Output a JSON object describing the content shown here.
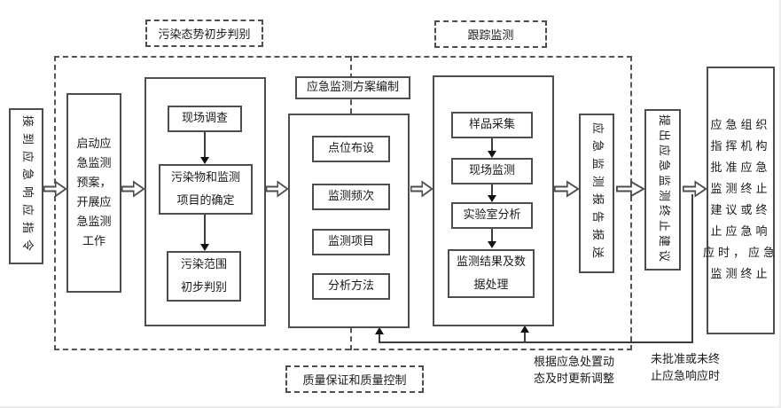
{
  "labels": {
    "pollution_judgment": "污染态势初步判别",
    "tracking": "跟踪监测",
    "plan": "应急监测方案编制",
    "quality": "质量保证和质量控制"
  },
  "nodes": {
    "receive_order": "接到应急响应指令",
    "start_plan": "启动应\n急监测\n预案，\n开展应\n急监测\n工作",
    "site_survey": "现场调查",
    "pollutant_items": "污染物和监测\n项目的确定",
    "pollution_scope": "污染范围\n初步判别",
    "point_layout": "点位布设",
    "monitor_frequency": "监测频次",
    "monitor_items": "监测项目",
    "analysis_methods": "分析方法",
    "sample_collection": "样品采集",
    "field_monitoring": "现场监测",
    "lab_analysis": "实验室分析",
    "data_processing": "监测结果及数\n据处理",
    "report_submission": "应急监测报告报送",
    "terminate_proposal": "提出应急监测终止建议",
    "terminate_final": "应急组织\n指挥机构\n批准应急\n监测终止\n建议或终\n止应急响\n应时，应急\n监测终止"
  },
  "annotations": {
    "adjust": "根据应急处置动\n态及时更新调整",
    "not_approved": "未批准或未终\n止应急响应时"
  }
}
